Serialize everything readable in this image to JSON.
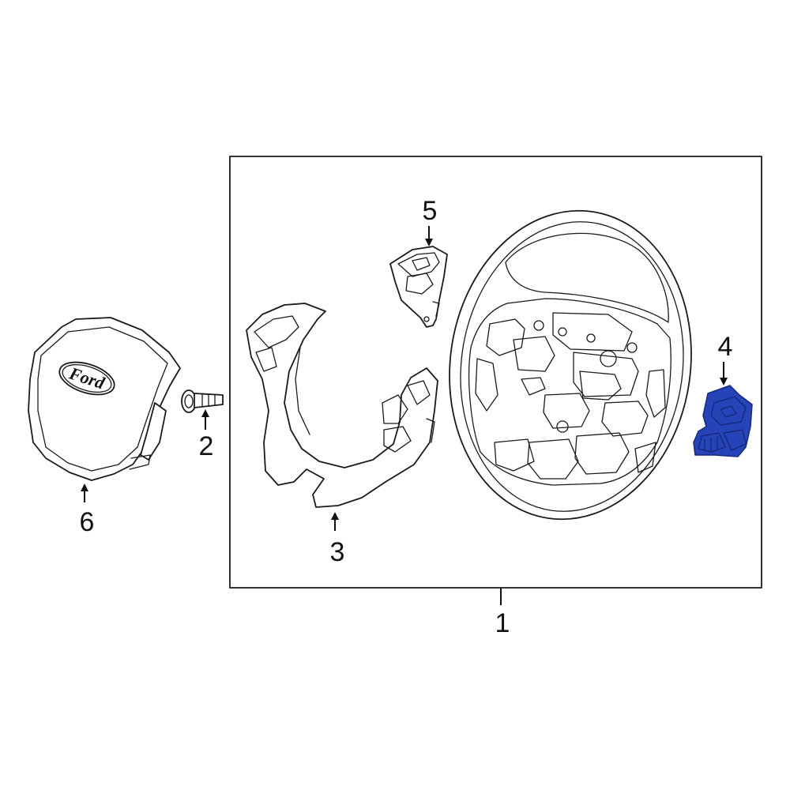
{
  "callouts": [
    {
      "id": "1",
      "label": "1"
    },
    {
      "id": "2",
      "label": "2"
    },
    {
      "id": "3",
      "label": "3"
    },
    {
      "id": "4",
      "label": "4"
    },
    {
      "id": "5",
      "label": "5"
    },
    {
      "id": "6",
      "label": "6"
    }
  ],
  "airbag": {
    "logo_text": "Ford"
  },
  "colors": {
    "highlight": "#2643b8",
    "highlight_dark": "#17297a",
    "line": "#1a1a1a",
    "background": "#ffffff"
  },
  "icons": {
    "steering-wheel": "steering-wheel-icon",
    "airbag": "airbag-module-icon",
    "bolt": "bolt-icon",
    "trim-bezel": "trim-bezel-icon",
    "switch-right": "switch-right-icon",
    "switch-left": "switch-left-icon"
  }
}
